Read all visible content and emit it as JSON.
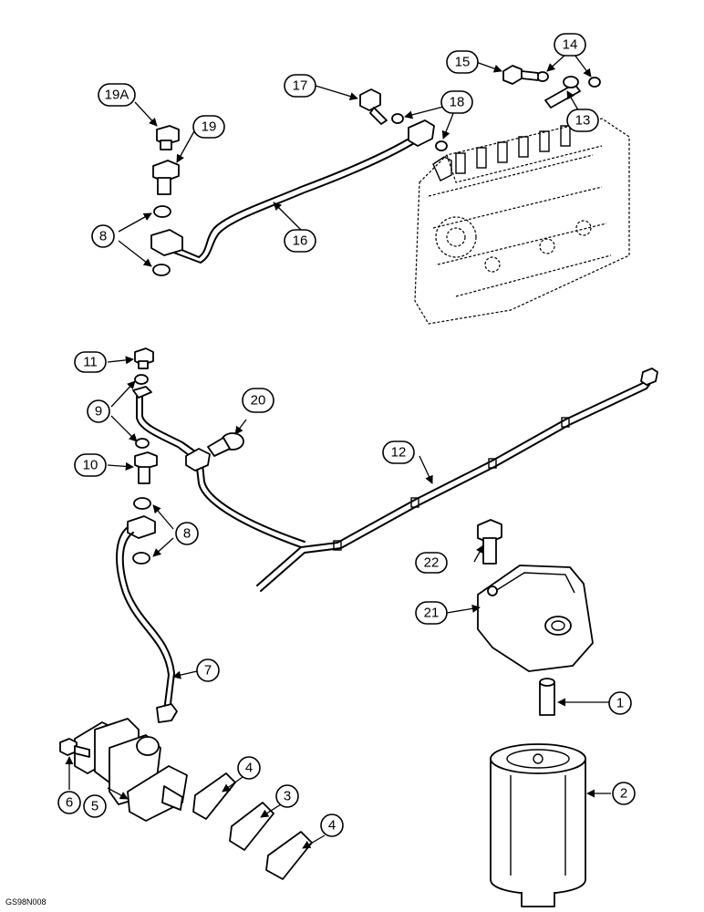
{
  "diagram": {
    "code": "GS98N008",
    "callouts": {
      "c1": "1",
      "c2": "2",
      "c3": "3",
      "c4a": "4",
      "c4b": "4",
      "c5": "5",
      "c6": "6",
      "c7": "7",
      "c8a": "8",
      "c8b": "8",
      "c9": "9",
      "c10": "10",
      "c11": "11",
      "c12": "12",
      "c13": "13",
      "c14": "14",
      "c15": "15",
      "c16": "16",
      "c17": "17",
      "c18": "18",
      "c19": "19",
      "c19a": "19A",
      "c20": "20",
      "c21": "21",
      "c22": "22"
    }
  }
}
